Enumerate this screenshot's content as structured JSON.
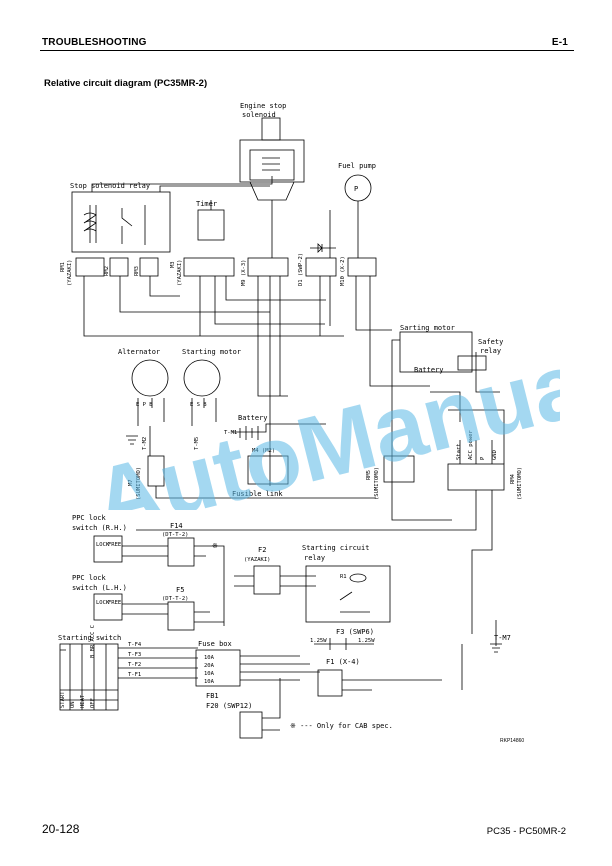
{
  "header": {
    "section": "TROUBLESHOOTING",
    "page_code": "E-1"
  },
  "title": "Relative circuit diagram (PC35MR-2)",
  "labels": {
    "engine_stop_1": "Engine stop",
    "engine_stop_2": "solenoid",
    "fuel_pump": "Fuel pump",
    "fuel_pump_symbol": "P",
    "stop_relay": "Stop solenoid relay",
    "timer": "Timer",
    "rm1": "RM1",
    "rm1_type": "(YAZAKI)",
    "rm2": "RM2",
    "rm3": "RM3",
    "m3": "M3",
    "m3_type": "(YAZAKI)",
    "m9": "M9 (X-3)",
    "d1": "D1 (SWP-2)",
    "m10": "M10 (X-2)",
    "starting_motor_top": "Sarting motor",
    "safety_relay_1": "Safety",
    "safety_relay_2": "relay",
    "battery_right": "Battery",
    "alternator": "Alternator",
    "starting_motor": "Starting motor",
    "epb": "E P B",
    "esb": "E S B",
    "battery_center": "Battery",
    "m4": "M4 (M2)",
    "fusible_link": "Fusible link",
    "m7": "M7",
    "m7_type": "(SUMITOMO)",
    "rm5": "RM5",
    "rm5_type": "(SUMITOMO)",
    "rm4": "RM4",
    "rm4_type": "(SUMITOMO)",
    "start": "Start",
    "acc_power": "ACC power",
    "p": "P",
    "gnd": "GND",
    "ppc_rh_1": "PPC lock",
    "ppc_rh_2": "switch (R.H.)",
    "f14": "F14",
    "f14_type": "(DT-T-2)",
    "ppc_lh_1": "PPC lock",
    "ppc_lh_2": "switch (L.H.)",
    "f5": "F5",
    "f5_type": "(DT-T-2)",
    "lock": "LOCK",
    "free": "FREE",
    "f2": "F2",
    "f2_type": "(YAZAKI)",
    "start_relay_1": "Starting circuit",
    "start_relay_2": "relay",
    "r1": "R1",
    "starting_switch": "Starting switch",
    "fuse_box": "Fuse box",
    "fb1": "FB1",
    "f3": "F3 (SWP6)",
    "w125a": "1.25W",
    "w125b": "1.25W",
    "f1": "F1 (X-4)",
    "tm7": "T-M7",
    "tm2": "T-M2",
    "tm5": "T-M5",
    "tm1": "T-M1",
    "tf4": "T-F4",
    "tf3": "T-F3",
    "tf2": "T-F2",
    "tf1": "T-F1",
    "f20": "F20 (SWP12)",
    "note": "※ --- Only for CAB spec.",
    "note_mark": "※",
    "sw_start": "START",
    "sw_on": "ON",
    "sw_heat": "HEAT",
    "sw_off": "OFF",
    "sw_cols": "B BR ACC C",
    "fuse_a": "10A",
    "fuse_b": "20A",
    "fuse_c": "10A",
    "fuse_d": "10A"
  },
  "watermark": "AutoManual",
  "ref_code": "RKP14860",
  "footer": {
    "page": "20-128",
    "models": "PC35 - PC50MR-2"
  }
}
